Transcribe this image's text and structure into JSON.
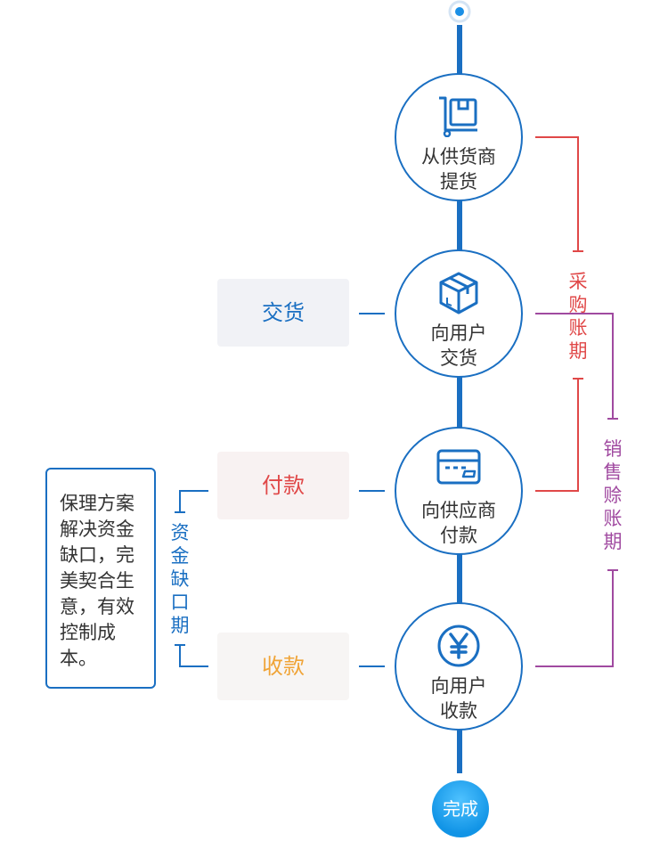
{
  "steps": [
    {
      "label": "从供货商\n提货",
      "icon": "cart-icon"
    },
    {
      "label": "向用户\n交货",
      "icon": "package-box-icon"
    },
    {
      "label": "向供应商\n付款",
      "icon": "credit-card-icon"
    },
    {
      "label": "向用户\n收款",
      "icon": "yen-coin-icon"
    }
  ],
  "actions": {
    "delivery": "交货",
    "payment": "付款",
    "collection": "收款"
  },
  "periods": {
    "purchase": "采购账期",
    "sales": "销售赊账期",
    "funding_gap": "资金缺口期"
  },
  "callout": "保理方案解决资金缺口，完美契合生意，有效控制成本。",
  "finish": "完成",
  "colors": {
    "primary": "#1a6fc2",
    "purchase": "#e04848",
    "sales": "#a04aa0",
    "payment": "#e04848",
    "collection": "#f0a437"
  }
}
